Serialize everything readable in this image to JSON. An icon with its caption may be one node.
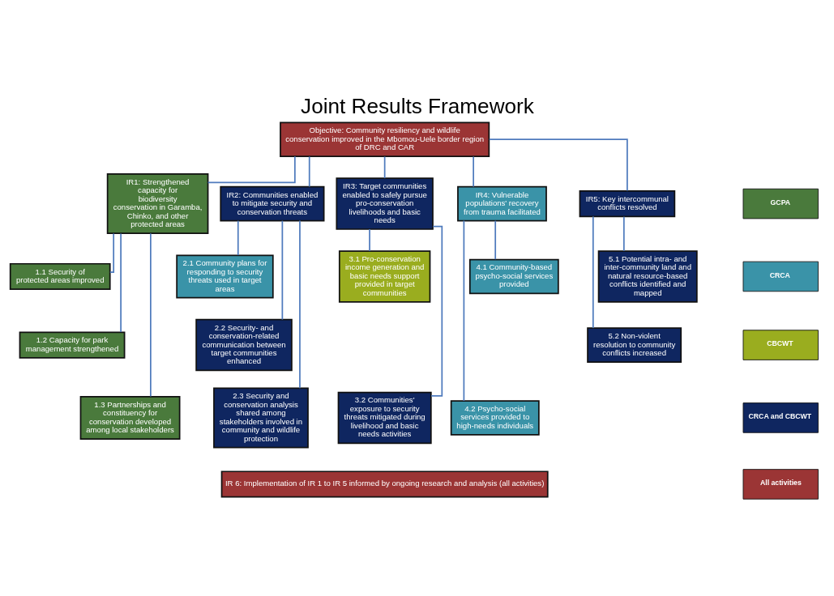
{
  "diagram": {
    "title": "Joint Results Framework",
    "nodes": [
      {
        "text": [
          "Objective: Community resiliency and wildlife conservation improved in the Mbomou-Uele border region of DRC and CAR"
        ]
      },
      {
        "text": [
          "IR1: Strengthened capacity for biodiversity conservation in Garamba, Chinko, and other protected areas"
        ]
      },
      {
        "text": [
          "IR2: Communities enabled to mitigate security and conservation threats"
        ]
      },
      {
        "text": [
          "IR3: Target communities enabled to safely pursue pro-conservation livelihoods and basic needs"
        ]
      },
      {
        "text": [
          "IR4: Vulnerable populations' recovery from trauma facilitated"
        ]
      },
      {
        "text": [
          "IR5: Key intercommunal conflicts resolved"
        ]
      },
      {
        "text": [
          "1.1 Security of protected areas improved"
        ]
      },
      {
        "text": [
          "1.2 Capacity for park management strengthened"
        ]
      },
      {
        "text": [
          "1.3 Partnerships and constituency for conservation developed among local stakeholders"
        ]
      },
      {
        "text": [
          "2.1 Community plans for responding to security threats used in target areas"
        ]
      },
      {
        "text": [
          "2.2 Security- and conservation-related communication between target communities enhanced"
        ]
      },
      {
        "text": [
          "2.3 Security and conservation analysis shared among stakeholders involved in community and wildlife protection"
        ]
      },
      {
        "text": [
          "3.1 Pro-conservation income generation and basic needs support provided in target communities"
        ]
      },
      {
        "text": [
          "3.2 Communities' exposure to security threats mitigated during livelihood and basic needs activities"
        ]
      },
      {
        "text": [
          "4.1 Community-based psycho-social services provided"
        ]
      },
      {
        "text": [
          "4.2 Psycho-social services provided to high-needs individuals"
        ]
      },
      {
        "text": [
          "5.1 Potential intra- and inter-community land and natural resource-based conflicts identified and mapped"
        ]
      },
      {
        "text": [
          "5.2 Non-violent resolution to community conflicts increased"
        ]
      },
      {
        "text": [
          "IR 6: Implementation of IR 1 to IR 5 informed by ongoing research and analysis (all activities)"
        ]
      }
    ],
    "edges": [
      {
        "from": 0,
        "to": 1,
        "arrow": "none"
      },
      {
        "from": 0,
        "to": 2,
        "arrow": "none"
      },
      {
        "from": 0,
        "to": 3,
        "arrow": "none"
      },
      {
        "from": 0,
        "to": 4,
        "arrow": "none"
      },
      {
        "from": 0,
        "to": 5,
        "arrow": "none"
      },
      {
        "from": 1,
        "to": 6,
        "arrow": "none"
      },
      {
        "from": 1,
        "to": 7,
        "arrow": "none"
      },
      {
        "from": 1,
        "to": 8,
        "arrow": "none"
      },
      {
        "from": 2,
        "to": 9,
        "arrow": "none"
      },
      {
        "from": 2,
        "to": 10,
        "arrow": "none"
      },
      {
        "from": 2,
        "to": 11,
        "arrow": "none"
      },
      {
        "from": 3,
        "to": 12,
        "arrow": "none"
      },
      {
        "from": 3,
        "to": 13,
        "arrow": "none"
      },
      {
        "from": 4,
        "to": 14,
        "arrow": "none"
      },
      {
        "from": 4,
        "to": 15,
        "arrow": "none"
      },
      {
        "from": 5,
        "to": 16,
        "arrow": "none"
      },
      {
        "from": 5,
        "to": 17,
        "arrow": "none"
      }
    ],
    "legend": [
      {
        "text": "GCPA",
        "color": "#4a7a3c"
      },
      {
        "text": "CRCA",
        "color": "#3a93a8"
      },
      {
        "text": "CBCWT",
        "color": "#9aad1f"
      },
      {
        "text": "CRCA and CBCWT",
        "color": "#0f2660"
      },
      {
        "text": "All activities",
        "color": "#9b3535"
      }
    ]
  }
}
